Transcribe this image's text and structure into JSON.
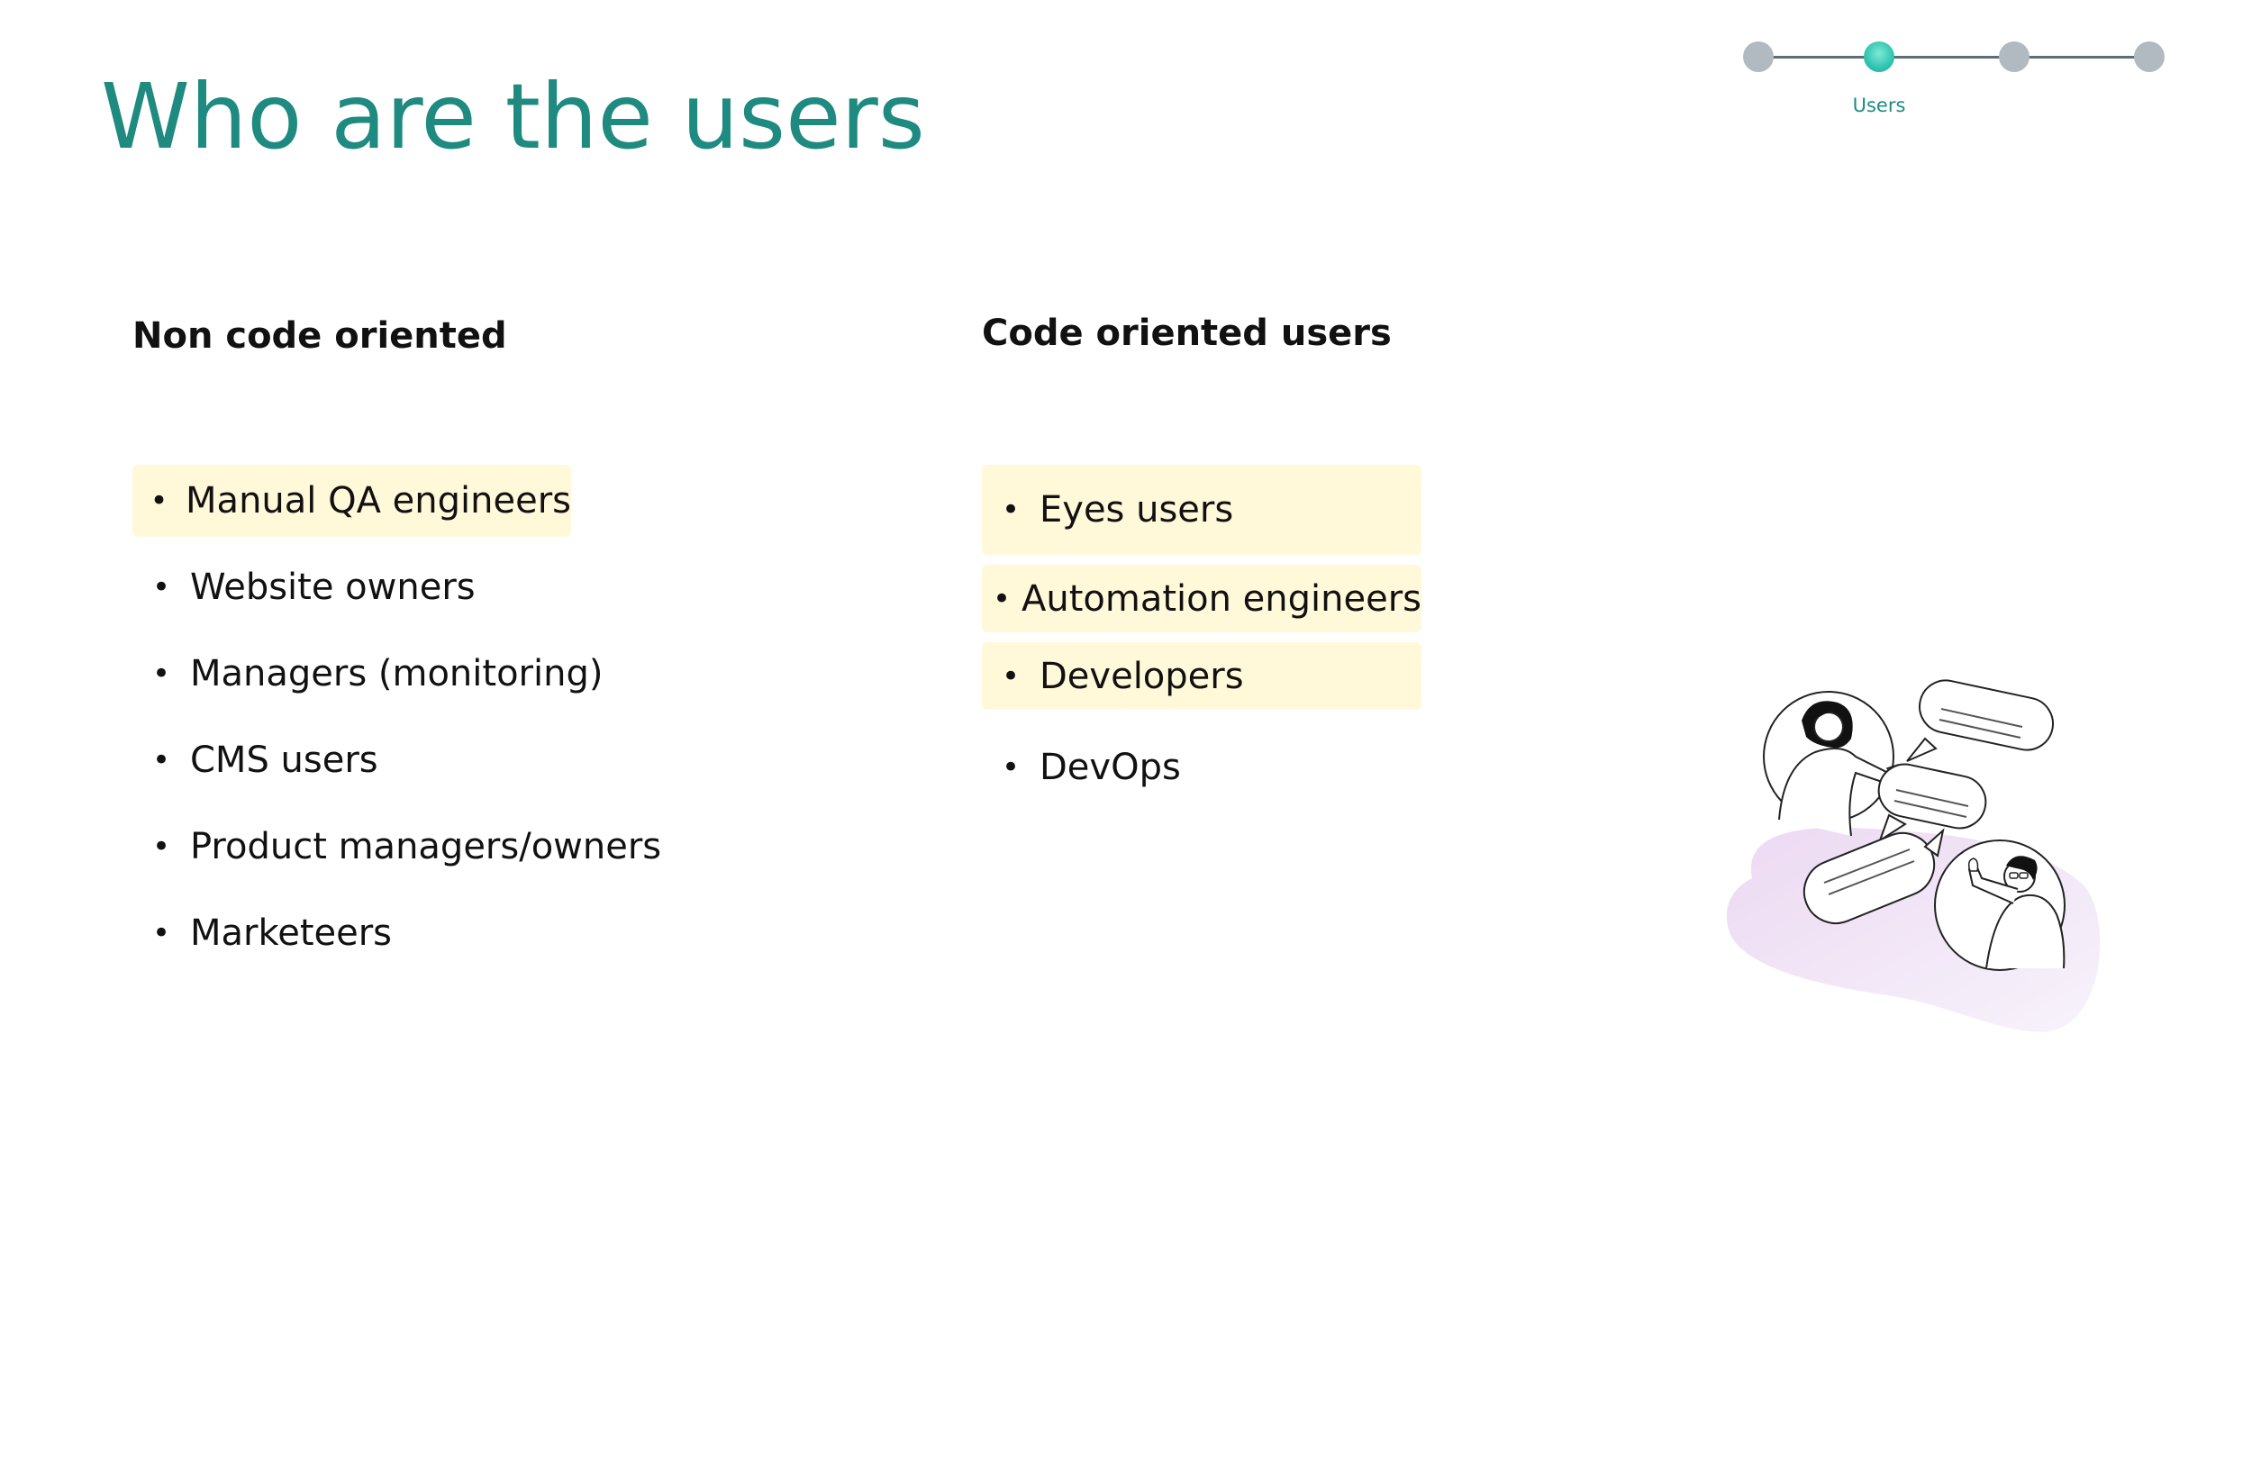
{
  "slide": {
    "title": "Who are the users"
  },
  "progress": {
    "steps": [
      {
        "label": "",
        "active": false
      },
      {
        "label": "Users",
        "active": true
      },
      {
        "label": "",
        "active": false
      },
      {
        "label": "",
        "active": false
      }
    ],
    "active_color": "#2fc4b0",
    "inactive_color": "#b1bac1"
  },
  "columns": [
    {
      "heading": "Non code oriented",
      "items": [
        {
          "label": "Manual QA engineers",
          "highlighted": true
        },
        {
          "label": "Website owners",
          "highlighted": false
        },
        {
          "label": "Managers (monitoring)",
          "highlighted": false
        },
        {
          "label": "CMS users",
          "highlighted": false
        },
        {
          "label": "Product managers/owners",
          "highlighted": false
        },
        {
          "label": "Marketeers",
          "highlighted": false
        }
      ]
    },
    {
      "heading": "Code oriented users",
      "items": [
        {
          "label": "Eyes users",
          "highlighted": true
        },
        {
          "label": "Automation engineers",
          "highlighted": true
        },
        {
          "label": "Developers",
          "highlighted": true
        },
        {
          "label": "DevOps",
          "highlighted": false
        }
      ]
    }
  ],
  "colors": {
    "title": "#1e8a80",
    "highlight": "#fff9d9",
    "blob": "#efe3f5"
  },
  "illustration": {
    "icon": "people-chatting-icon"
  }
}
